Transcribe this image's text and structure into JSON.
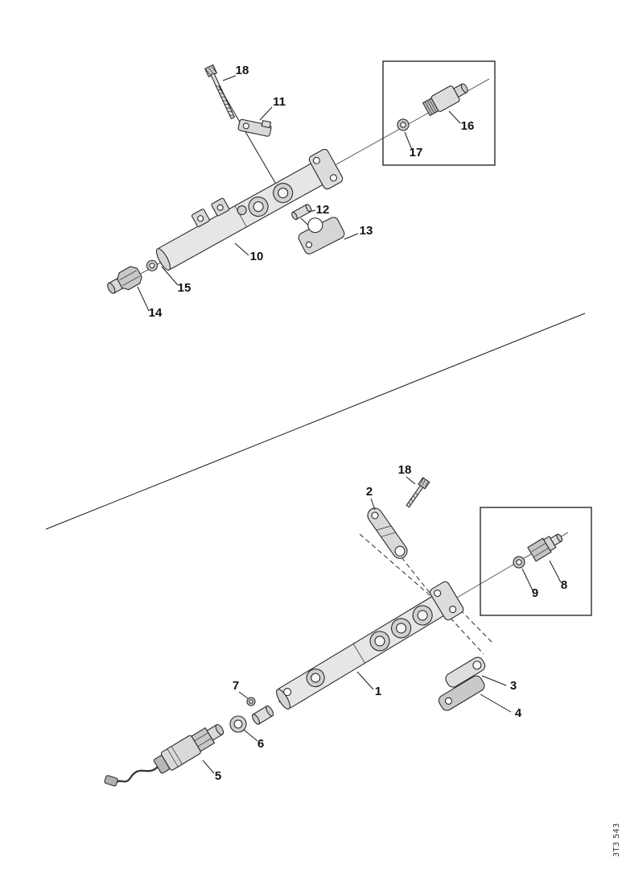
{
  "figure": {
    "code": "3T3 543"
  },
  "colors": {
    "ink": "#1a1a1a",
    "paper": "#ffffff"
  },
  "callouts": {
    "top": {
      "c18": "18",
      "c11": "11",
      "c12": "12",
      "c13": "13",
      "c10": "10",
      "c15": "15",
      "c14": "14",
      "c16": "16",
      "c17": "17"
    },
    "bottom": {
      "c18": "18",
      "c2": "2",
      "c8": "8",
      "c9": "9",
      "c1": "1",
      "c3": "3",
      "c4": "4",
      "c7": "7",
      "c6": "6",
      "c5": "5"
    }
  }
}
